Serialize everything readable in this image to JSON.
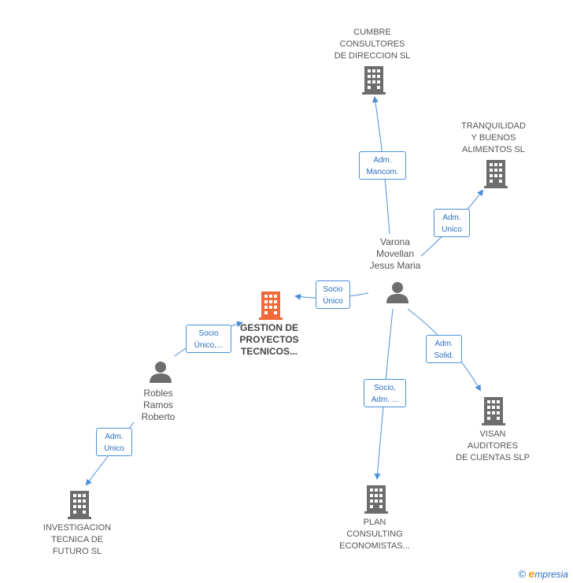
{
  "nodes": {
    "cumbre": {
      "lines": [
        "CUMBRE",
        "CONSULTORES",
        "DE DIRECCION SL"
      ]
    },
    "tranquilidad": {
      "lines": [
        "TRANQUILIDAD",
        "Y BUENOS",
        "ALIMENTOS SL"
      ]
    },
    "varona": {
      "lines": [
        "Varona",
        "Movellan",
        "Jesus Maria"
      ]
    },
    "gestion": {
      "lines": [
        "GESTION DE",
        "PROYECTOS",
        "TECNICOS..."
      ]
    },
    "robles": {
      "lines": [
        "Robles",
        "Ramos",
        "Roberto"
      ]
    },
    "investigacion": {
      "lines": [
        "INVESTIGACION",
        "TECNICA DE",
        "FUTURO  SL"
      ]
    },
    "plan": {
      "lines": [
        "PLAN",
        "CONSULTING",
        "ECONOMISTAS..."
      ]
    },
    "visan": {
      "lines": [
        "VISAN",
        "AUDITORES",
        "DE CUENTAS SLP"
      ]
    }
  },
  "roles": {
    "varona_cumbre": [
      "Adm.",
      "Mancom."
    ],
    "varona_tranquilidad": [
      "Adm.",
      "Unico"
    ],
    "varona_gestion": [
      "Socio",
      "Único"
    ],
    "robles_gestion": [
      "Socio",
      "Único,..."
    ],
    "robles_investigacion": [
      "Adm.",
      "Unico"
    ],
    "varona_plan": [
      "Socio,",
      "Adm. ..."
    ],
    "varona_visan": [
      "Adm.",
      "Solid."
    ]
  },
  "colors": {
    "edge": "#4a8fd9",
    "building": "#6d6d6d",
    "main_building": "#f06a3a",
    "person": "#6d6d6d"
  },
  "brand": {
    "copyright": "©",
    "e": "e",
    "rest": "mpresia"
  }
}
